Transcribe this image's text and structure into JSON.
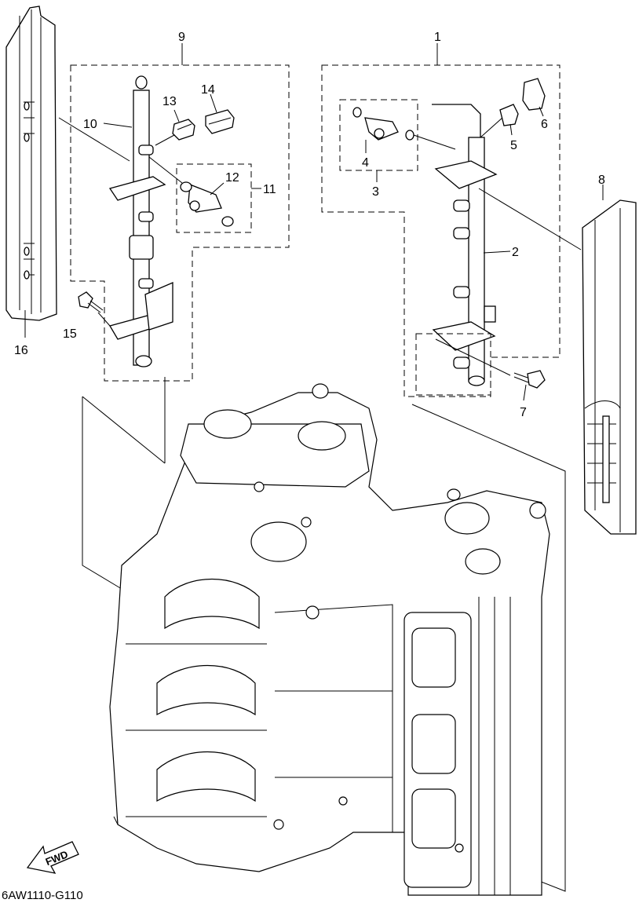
{
  "callouts": {
    "c1": "1",
    "c2": "2",
    "c3": "3",
    "c4": "4",
    "c5": "5",
    "c6": "6",
    "c7": "7",
    "c8": "8",
    "c9": "9",
    "c10": "10",
    "c11": "11",
    "c12": "12",
    "c13": "13",
    "c14": "14",
    "c15": "15",
    "c16": "16"
  },
  "fwd_label": "FWD",
  "diagram_code": "6AW1110-G110"
}
